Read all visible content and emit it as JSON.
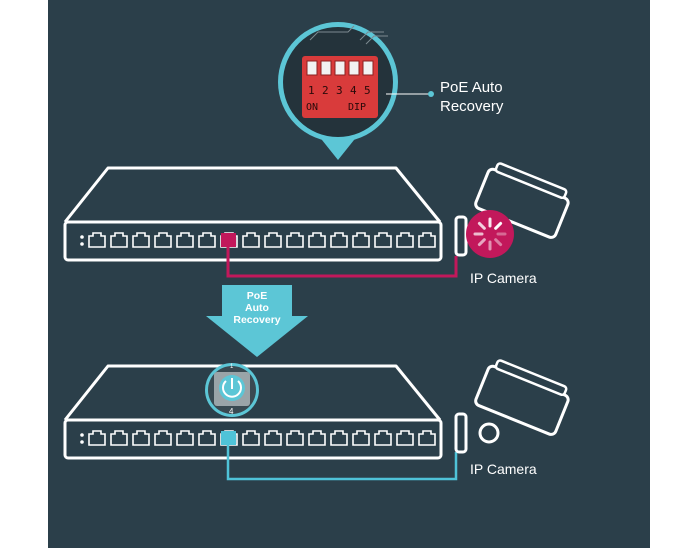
{
  "dip_callout": {
    "label_line1": "PoE Auto",
    "label_line2": "Recovery",
    "switch_numbers": [
      "1",
      "2",
      "3",
      "4",
      "5"
    ],
    "on_text": "ON",
    "dip_text": "DIP"
  },
  "arrow": {
    "line1": "PoE",
    "line2": "Auto",
    "line3": "Recovery"
  },
  "camera_top": {
    "label": "IP Camera"
  },
  "camera_bottom": {
    "label": "IP Camera"
  },
  "zoom_bottom": {
    "top_number": "1",
    "bottom_number": "4"
  },
  "colors": {
    "background": "#2b3f4a",
    "outline": "#ffffff",
    "fault_magenta": "#c2185b",
    "recovered_cyan": "#4fc3d8",
    "callout_teal": "#5cc6d6",
    "dip_red": "#d93b3b"
  }
}
